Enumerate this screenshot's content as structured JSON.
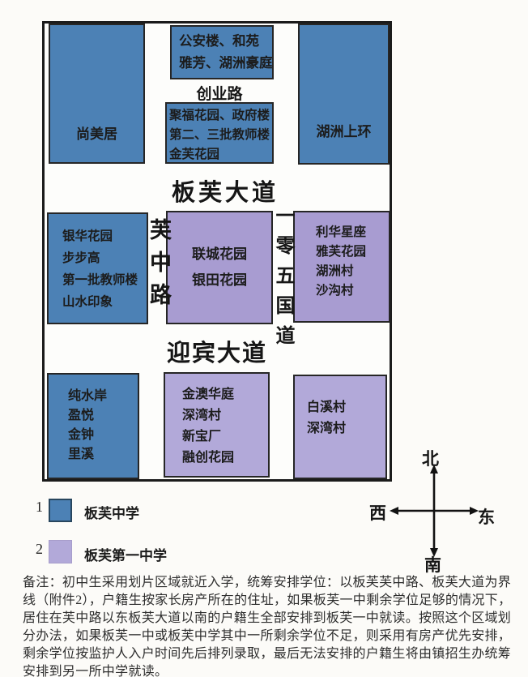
{
  "colors": {
    "blue": "#4c81b5",
    "purple": "#a89cd1",
    "purple_light": "#b2a9d9",
    "frame": "#1b1b1b"
  },
  "map": {
    "roads": {
      "chuangye": "创业路",
      "banfu_avenue": "板芙大道",
      "yingbin_avenue": "迎宾大道",
      "fuzhong_road": "芙中路",
      "g105": "一零五国道"
    },
    "zones": [
      {
        "school": 1,
        "lines": [
          "尚美居"
        ]
      },
      {
        "school": 1,
        "lines": [
          "公安楼、和苑",
          "雅芳、湖洲豪庭"
        ]
      },
      {
        "school": 1,
        "lines": [
          "聚福花园、政府楼",
          "第二、三批教师楼",
          "金芙花园"
        ]
      },
      {
        "school": 1,
        "lines": [
          "湖洲上环"
        ]
      },
      {
        "school": 1,
        "lines": [
          "银华花园",
          "步步高",
          "第一批教师楼",
          "山水印象"
        ]
      },
      {
        "school": 2,
        "lines": [
          "联城花园",
          "银田花园"
        ]
      },
      {
        "school": 2,
        "lines": [
          "利华星座",
          "雅芙花园",
          "湖洲村",
          "沙沟村"
        ]
      },
      {
        "school": 1,
        "lines": [
          "纯水岸",
          "盈悦",
          "金钟",
          "里溪"
        ]
      },
      {
        "school": 2,
        "lines": [
          "金澳华庭",
          "深湾村",
          "新宝厂",
          "融创花园"
        ]
      },
      {
        "school": 2,
        "lines": [
          "白溪村",
          "深湾村"
        ]
      }
    ]
  },
  "legend": [
    {
      "num": "1",
      "label": "板芙中学",
      "color": "#4c81b5"
    },
    {
      "num": "2",
      "label": "板芙第一中学",
      "color": "#b2a9d9"
    }
  ],
  "compass": {
    "north": "北",
    "south": "南",
    "east": "东",
    "west": "西"
  },
  "note": {
    "full_text": "备注：初中生采用划片区域就近入学，统筹安排学位：以板芙芙中路、板芙大道为界线（附件2），户籍生按家长房产所在的住址，如果板芙一中剩余学位足够的情况下，居住在芙中路以东板芙大道以南的户籍生全部安排到板芙一中就读。按照这个区域划分办法，如果板芙一中或板芙中学其中一所剩余学位不足，则采用有房产优先安排，剩余学位按监护人入户时间先后排列录取，最后无法安排的户籍生将由镇招生办统筹安排到另一所中学就读。",
    "lines": [
      "备注：初中生采用划片区域就近入学，统筹安排学位：以板芙芙中路、板芙大道为界",
      "线（附件2），户籍生按家长房产所在的住址，如果板芙一中剩余学位足够的情况下，",
      "居住在芙中路以东板芙大道以南的户籍生全部安排到板芙一中就读。按照这个区域划",
      "分办法，如果板芙一中或板芙中学其中一所剩余学位不足，则采用有房产优先安排，",
      "剩余学位按监护人入户时间先后排列录取，最后无法安排的户籍生将由镇招生办统筹",
      "安排到另一所中学就读。"
    ]
  }
}
